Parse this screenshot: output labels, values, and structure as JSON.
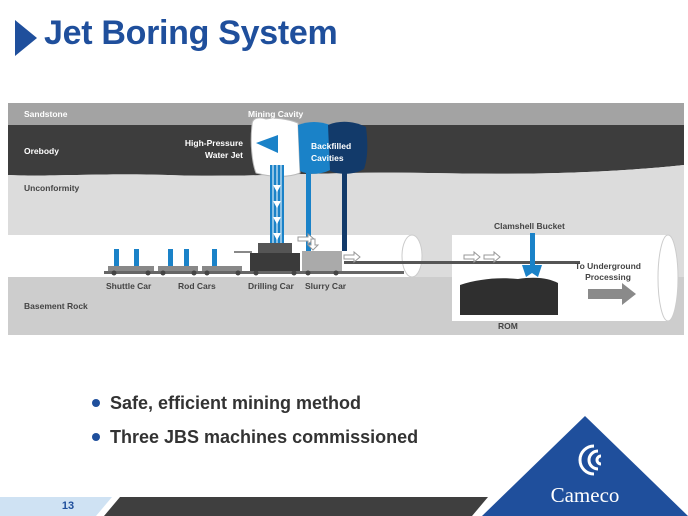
{
  "slide": {
    "title": "Jet Boring System",
    "page_number": "13",
    "brand": "Cameco"
  },
  "diagram": {
    "layers": {
      "sandstone": "Sandstone",
      "orebody": "Orebody",
      "unconformity": "Unconformity",
      "basement": "Basement Rock"
    },
    "labels": {
      "mining_cavity": "Mining Cavity",
      "water_jet_line1": "High-Pressure",
      "water_jet_line2": "Water Jet",
      "backfilled_line1": "Backfilled",
      "backfilled_line2": "Cavities",
      "clamshell": "Clamshell Bucket",
      "processing_line1": "To Underground",
      "processing_line2": "Processing",
      "rom": "ROM"
    },
    "cars": {
      "shuttle": "Shuttle Car",
      "rod": "Rod Cars",
      "drilling": "Drilling Car",
      "slurry": "Slurry Car"
    },
    "colors": {
      "sandstone": "#a3a3a3",
      "orebody": "#3d3d3d",
      "unconformity": "#dcdcdc",
      "basement": "#cdcdcd",
      "jet_blue": "#1a82c8",
      "dark_blue": "#123a6a"
    }
  },
  "bullets": [
    "Safe, efficient mining method",
    "Three JBS machines commissioned"
  ]
}
